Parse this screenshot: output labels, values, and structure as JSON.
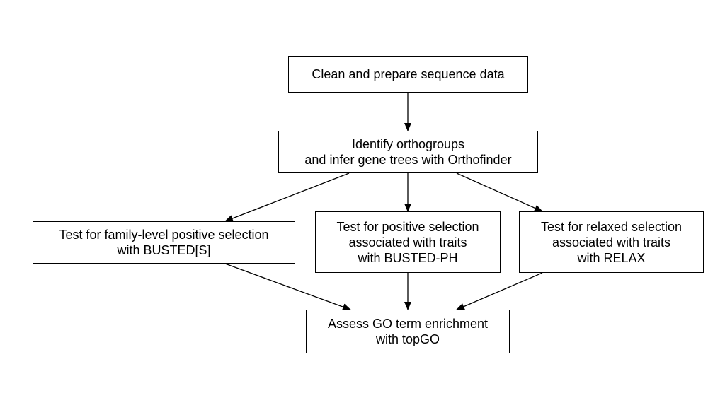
{
  "diagram": {
    "nodes": {
      "clean": {
        "lines": [
          "Clean and prepare sequence data"
        ]
      },
      "ortho": {
        "lines": [
          "Identify orthogroups",
          "and infer gene trees with Orthofinder"
        ]
      },
      "busteds": {
        "lines": [
          "Test for family-level positive selection",
          "with BUSTED[S]"
        ]
      },
      "bustedph": {
        "lines": [
          "Test for positive selection",
          "associated with traits",
          "with BUSTED-PH"
        ]
      },
      "relax": {
        "lines": [
          "Test for relaxed selection",
          "associated with traits",
          "with RELAX"
        ]
      },
      "go": {
        "lines": [
          "Assess GO term enrichment",
          "with topGO"
        ]
      }
    },
    "edges": [
      {
        "from": "clean",
        "to": "ortho"
      },
      {
        "from": "ortho",
        "to": "busteds"
      },
      {
        "from": "ortho",
        "to": "bustedph"
      },
      {
        "from": "ortho",
        "to": "relax"
      },
      {
        "from": "busteds",
        "to": "go"
      },
      {
        "from": "bustedph",
        "to": "go"
      },
      {
        "from": "relax",
        "to": "go"
      }
    ],
    "colors": {
      "stroke": "#000000",
      "fill": "#ffffff",
      "text": "#000000"
    }
  }
}
